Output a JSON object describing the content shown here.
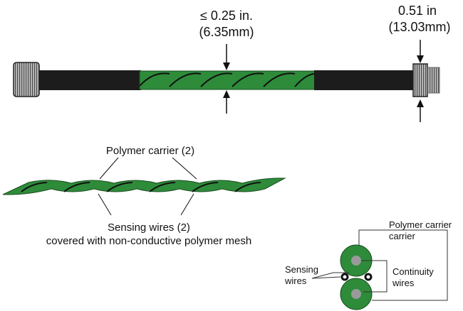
{
  "dimensions": {
    "min_line1": "≤ 0.25 in.",
    "min_line2": "(6.35mm)",
    "max_line1": "0.51 in",
    "max_line2": "(13.03mm)"
  },
  "callouts": {
    "carrier": "Polymer carrier (2)",
    "wires_line1": "Sensing wires (2)",
    "wires_line2": "covered with non-conductive polymer mesh"
  },
  "cross_section": {
    "carrier_line1": "Polymer carrier",
    "carrier_line2": "carrier",
    "sensing_line1": "Sensing",
    "sensing_line2": "wires",
    "continuity_line1": "Continuity",
    "continuity_line2": "wires"
  },
  "colors": {
    "cable_green": "#2e8b3a",
    "cable_black": "#1c1c1c",
    "connector_gray": "#9a9a9a"
  }
}
